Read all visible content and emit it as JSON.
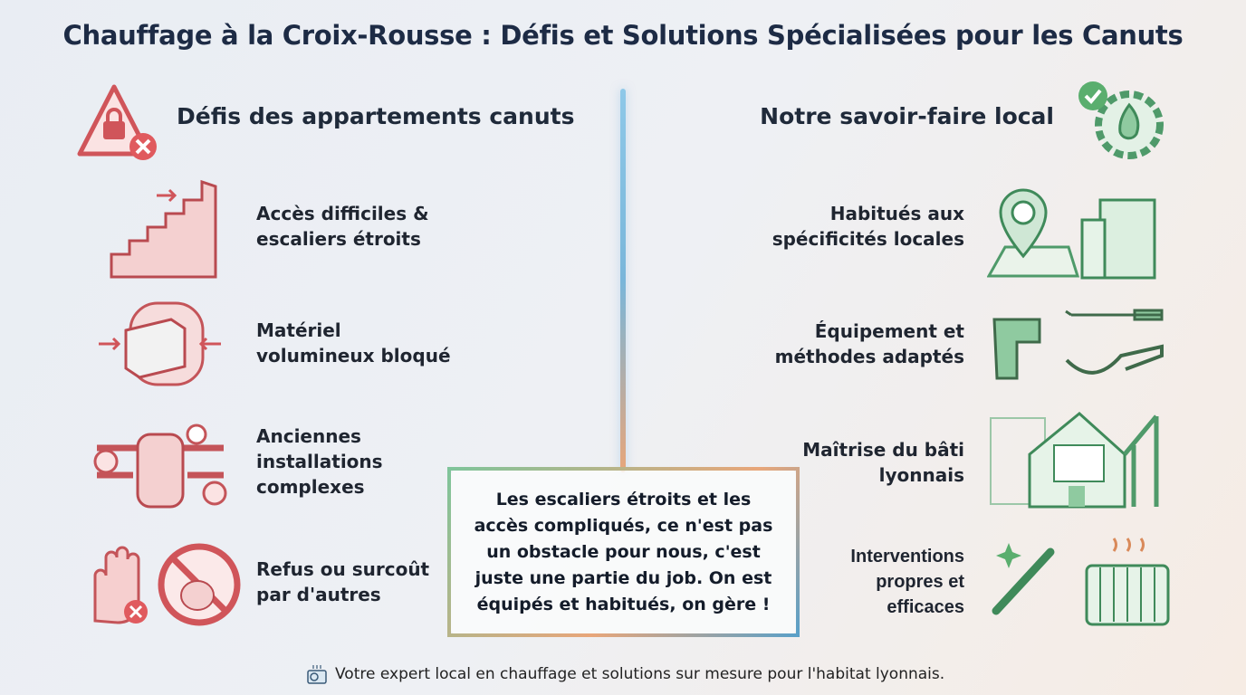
{
  "title": "Chauffage à la Croix-Rousse : Défis et Solutions Spécialisées pour les Canuts",
  "left": {
    "heading": "Défis des appartements canuts",
    "items": [
      {
        "text": "Accès difficiles & escaliers étroits",
        "icon": "stairs-icon"
      },
      {
        "text": "Matériel volumineux bloqué",
        "icon": "blocked-box-icon"
      },
      {
        "text": "Anciennes installations complexes",
        "icon": "old-boiler-icon"
      },
      {
        "text": "Refus ou surcoût par d'autres",
        "icon": "refusal-icon"
      }
    ]
  },
  "right": {
    "heading": "Notre savoir-faire local",
    "items": [
      {
        "text": "Habitués aux spécificités locales",
        "icon": "map-location-icon"
      },
      {
        "text": "Équipement et méthodes adaptés",
        "icon": "tools-icon"
      },
      {
        "text": "Maîtrise du bâti lyonnais",
        "icon": "building-icon"
      },
      {
        "text": "Interventions propres et efficaces",
        "icon": "clean-radiator-icon"
      }
    ]
  },
  "quote": "Les escaliers étroits et les accès compliqués, ce n'est pas un obstacle pour nous, c'est juste une partie du job. On est équipés et habitués, on gère !",
  "footer": "Votre expert local en chauffage et solutions sur mesure pour l'habitat lyonnais.",
  "colors": {
    "challenge": "#d0555a",
    "solution": "#4f9a6a"
  }
}
